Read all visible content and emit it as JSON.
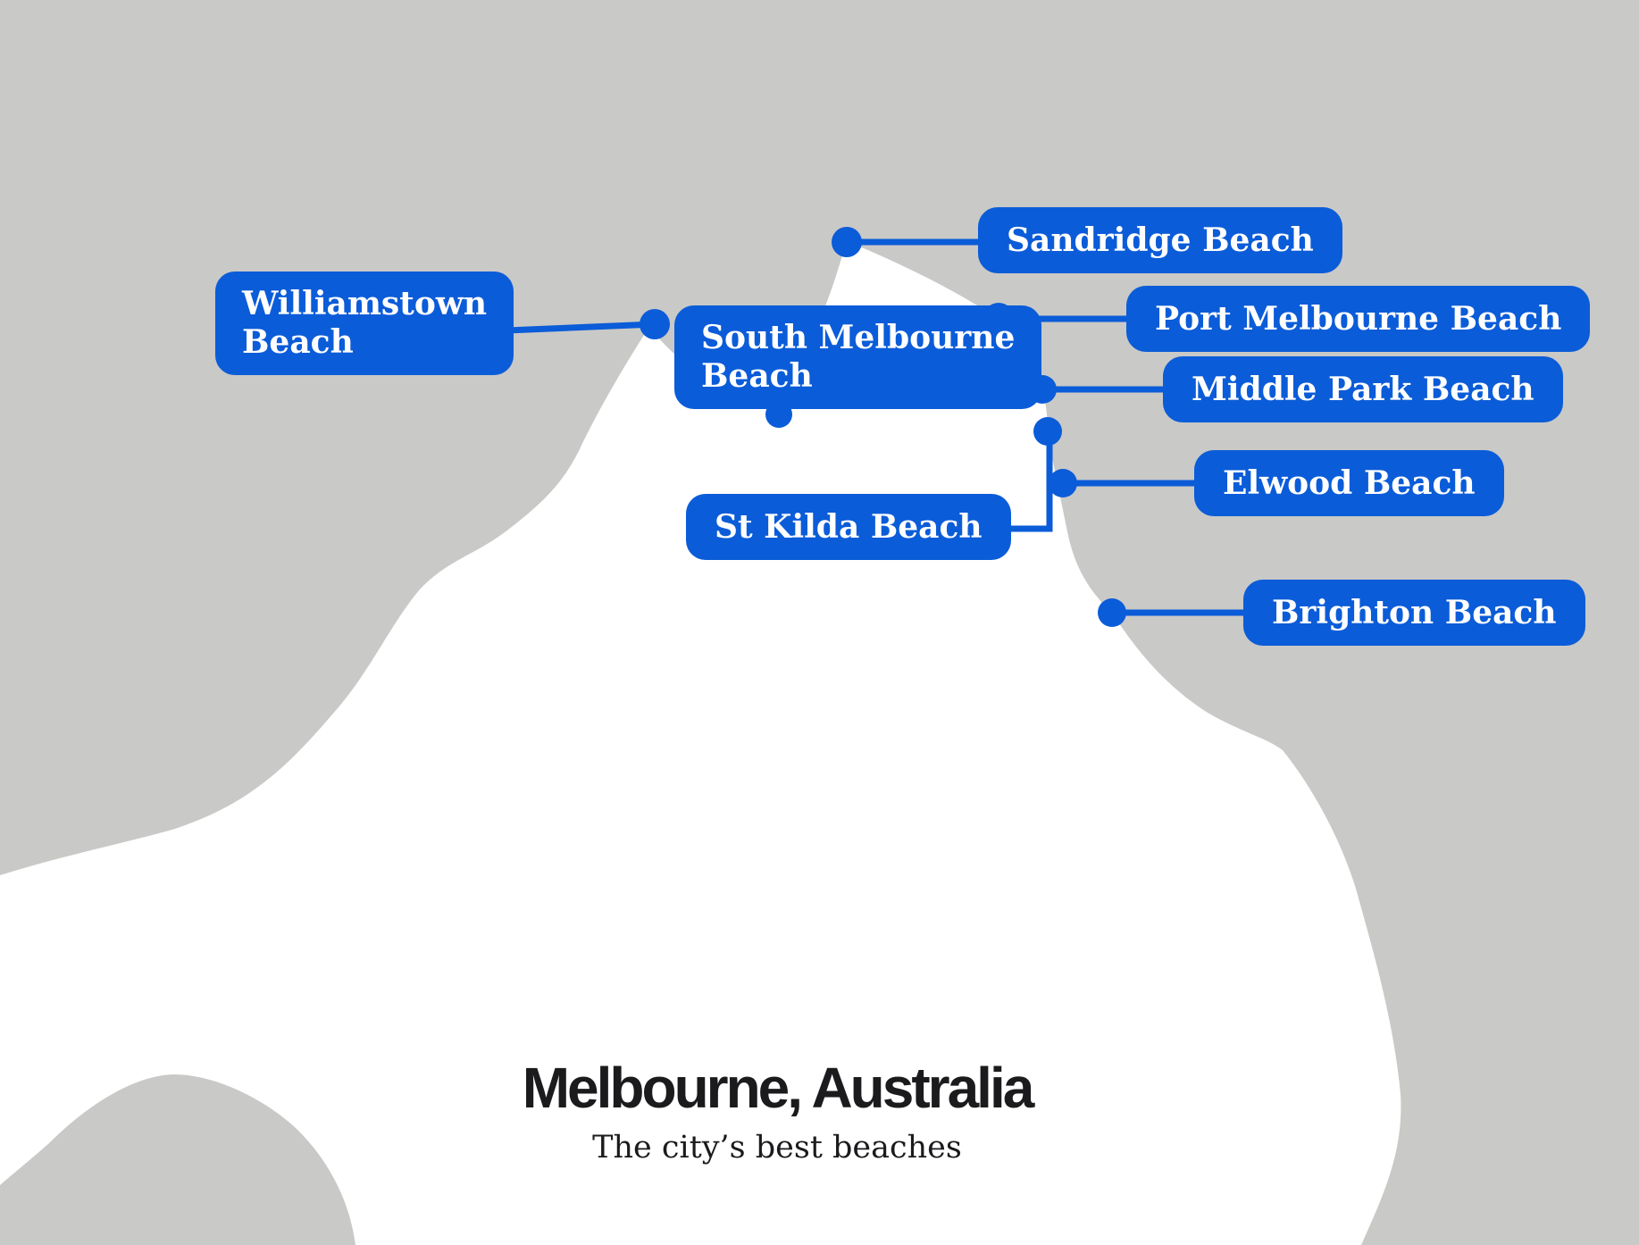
{
  "map": {
    "title": "Melbourne, Australia",
    "subtitle": "The city’s best beaches",
    "colors": {
      "land": "#c9c9c7",
      "bay_water": "#ffffff",
      "accent_blue": "#0b5cd8",
      "label_text": "#ffffff",
      "title_text": "#1b1b1e"
    },
    "beaches": [
      {
        "id": "sandridge",
        "label": "Sandridge Beach"
      },
      {
        "id": "williamstown",
        "label": "Williamstown\nBeach"
      },
      {
        "id": "south-melbourne",
        "label": "South Melbourne\nBeach"
      },
      {
        "id": "port-melbourne",
        "label": "Port Melbourne Beach"
      },
      {
        "id": "middle-park",
        "label": "Middle Park Beach"
      },
      {
        "id": "st-kilda",
        "label": "St Kilda Beach"
      },
      {
        "id": "elwood",
        "label": "Elwood Beach"
      },
      {
        "id": "brighton",
        "label": "Brighton Beach"
      }
    ]
  }
}
